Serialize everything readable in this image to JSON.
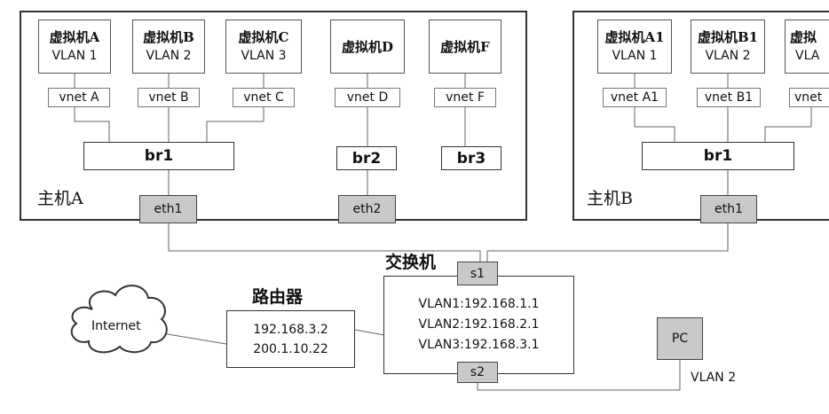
{
  "host_a": {
    "label": "主机A",
    "vms": [
      {
        "name": "虚拟机A",
        "vlan": "VLAN 1"
      },
      {
        "name": "虚拟机B",
        "vlan": "VLAN 2"
      },
      {
        "name": "虚拟机C",
        "vlan": "VLAN 3"
      },
      {
        "name": "虚拟机D"
      },
      {
        "name": "虚拟机F"
      }
    ],
    "vnets": [
      "vnet A",
      "vnet B",
      "vnet C",
      "vnet D",
      "vnet F"
    ],
    "bridges": [
      "br1",
      "br2",
      "br3"
    ],
    "nics": [
      "eth1",
      "eth2"
    ]
  },
  "host_b": {
    "label": "主机B",
    "vms": [
      {
        "name": "虚拟机A1",
        "vlan": "VLAN 1"
      },
      {
        "name": "虚拟机B1",
        "vlan": "VLAN 2"
      },
      {
        "name": "虚拟",
        "vlan": "VLA"
      }
    ],
    "vnets": [
      "vnet A1",
      "vnet B1",
      "vnet"
    ],
    "bridge": "br1",
    "nic": "eth1"
  },
  "switch": {
    "label": "交换机",
    "port_top": "s1",
    "port_bottom": "s2",
    "lines": [
      "VLAN1:192.168.1.1",
      "VLAN2:192.168.2.1",
      "VLAN3:192.168.3.1"
    ]
  },
  "router": {
    "label": "路由器",
    "lines": [
      "192.168.3.2",
      "200.1.10.22"
    ]
  },
  "internet": "Internet",
  "pc": {
    "label": "PC",
    "vlan": "VLAN 2"
  }
}
